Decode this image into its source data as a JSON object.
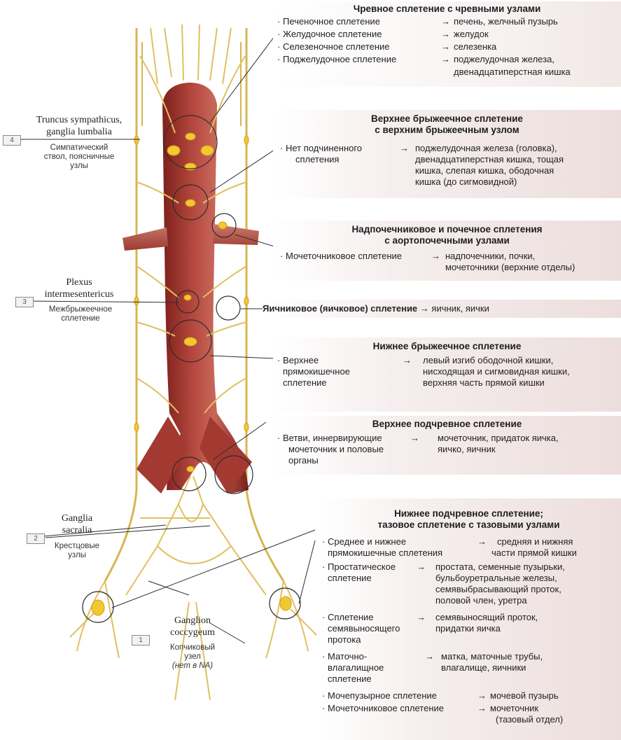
{
  "left_labels": [
    {
      "num": "4",
      "latin": [
        "Truncus sympathicus,",
        "ganglia lumbalia"
      ],
      "russian": [
        "Симпатический",
        "ствол, поясничные",
        "узлы"
      ]
    },
    {
      "num": "3",
      "latin": [
        "Plexus",
        "intermesentericus"
      ],
      "russian": [
        "Межбрыжеечное",
        "сплетение"
      ]
    },
    {
      "num": "2",
      "latin": [
        "Ganglia",
        "sacralia"
      ],
      "russian": [
        "Крестцовые",
        "узлы"
      ]
    },
    {
      "num": "1",
      "latin": [
        "Ganglion",
        "coccygeum"
      ],
      "russian": [
        "Копчиковый",
        "узел",
        "(нет в NA)"
      ]
    }
  ],
  "arrow": "→",
  "sections": {
    "celiac": {
      "title": "Чревное сплетение с чревными узлами",
      "rows": [
        {
          "plexus": "Печеночное сплетение",
          "target": "печень, желчный пузырь"
        },
        {
          "plexus": "Желудочное сплетение",
          "target": "желудок"
        },
        {
          "plexus": "Селезеночное сплетение",
          "target": "селезенка"
        },
        {
          "plexus": "Поджелудочное сплетение",
          "target": "поджелудочная железа,",
          "target2": "двенадцатиперстная кишка"
        }
      ]
    },
    "sup_mesenteric": {
      "title": [
        "Верхнее брыжеечное сплетение",
        "с верхним брыжеечным узлом"
      ],
      "plexus": [
        "Нет подчиненного",
        "сплетения"
      ],
      "target": [
        "поджелудочная железа (головка),",
        "двенадцатиперстная кишка, тощая",
        "кишка, слепая кишка, ободочная",
        "кишка (до сигмовидной)"
      ]
    },
    "adrenal": {
      "title": [
        "Надпочечниковое и почечное сплетения",
        "с аортопочечными узлами"
      ],
      "plexus": "Мочеточниковое сплетение",
      "target": [
        "надпочечники, почки,",
        "мочеточники (верхние отделы)"
      ]
    },
    "ovarian": {
      "title": "Яичниковое (яичковое) сплетение",
      "target": "яичник, яички"
    },
    "inf_mesenteric": {
      "title": "Нижнее брыжеечное сплетение",
      "plexus": [
        "Верхнее",
        "прямокишечное",
        "сплетение"
      ],
      "target": [
        "левый изгиб ободочной кишки,",
        "нисходящая и сигмовидная кишки,",
        "верхняя часть прямой кишки"
      ]
    },
    "sup_hypogastric": {
      "title": "Верхнее подчревное сплетение",
      "plexus": [
        "Ветви, иннервирующие",
        "мочеточник и половые",
        "органы"
      ],
      "target": [
        "мочеточник, придаток яичка,",
        "яичко, яичник"
      ]
    },
    "inf_hypogastric": {
      "title": [
        "Нижнее подчревное сплетение;",
        "тазовое сплетение с тазовыми узлами"
      ],
      "r1_plexus": [
        "Среднее и нижнее",
        "прямокишечные сплетения"
      ],
      "r1_target": [
        "средняя и нижняя",
        "части прямой кишки"
      ],
      "r2_plexus": [
        "Простатическое",
        "сплетение"
      ],
      "r2_target": [
        "простата, семенные пузырьки,",
        "бульбоуретральные железы,",
        "семявыбрасывающий проток,",
        "половой член, уретра"
      ],
      "r3_plexus": [
        "Сплетение",
        "семявыносящего",
        "протока"
      ],
      "r3_target": [
        "семявыносящий проток,",
        "придатки яичка"
      ],
      "r4_plexus": [
        "Маточно-",
        "влагалищное",
        "сплетение"
      ],
      "r4_target": [
        "матка, маточные трубы,",
        "влагалище, яичники"
      ],
      "r5_plexus": "Мочепузырное сплетение",
      "r5_target": "мочевой пузырь",
      "r6_plexus": "Мочеточниковое сплетение",
      "r6_target": [
        "мочеточник",
        "(тазовый отдел)"
      ]
    }
  },
  "colors": {
    "aorta": "#9e2f2a",
    "aorta_light": "#c9584c",
    "nerve": "#e3c566",
    "nerve_dark": "#c9a43b",
    "ganglion": "#f2c830",
    "box_tint": "#ecdedd"
  }
}
